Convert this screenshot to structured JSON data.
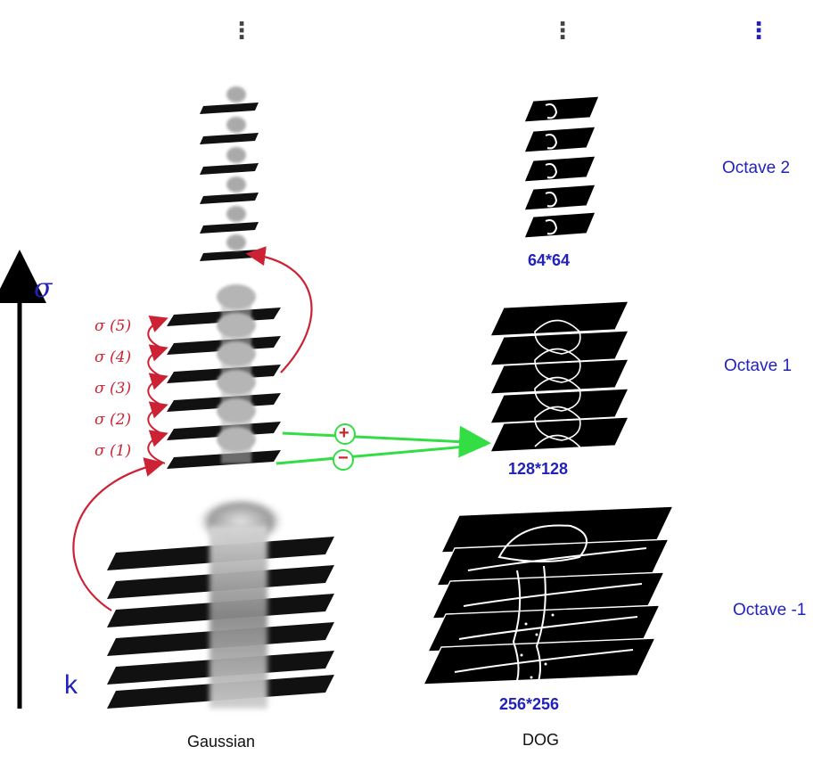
{
  "diagram": {
    "sigma_axis_label": "σ",
    "k_axis_label": "k",
    "continuation_marks": [
      "⋮",
      "⋮",
      "⋮"
    ],
    "octaves": [
      {
        "label": "Octave 2",
        "size": "64*64"
      },
      {
        "label": "Octave 1",
        "size": "128*128"
      },
      {
        "label": "Octave -1",
        "size": "256*256"
      }
    ],
    "sigma_labels": [
      "σ (5)",
      "σ (4)",
      "σ (3)",
      "σ (2)",
      "σ (1)"
    ],
    "operators": [
      "+",
      "−"
    ],
    "column_labels": {
      "gaussian": "Gaussian",
      "dog": "DOG"
    },
    "colors": {
      "octave_text": "#2222bb",
      "sigma_arrows": "#cc2233",
      "diff_arrows": "#33dd44",
      "axis": "#000000"
    }
  }
}
